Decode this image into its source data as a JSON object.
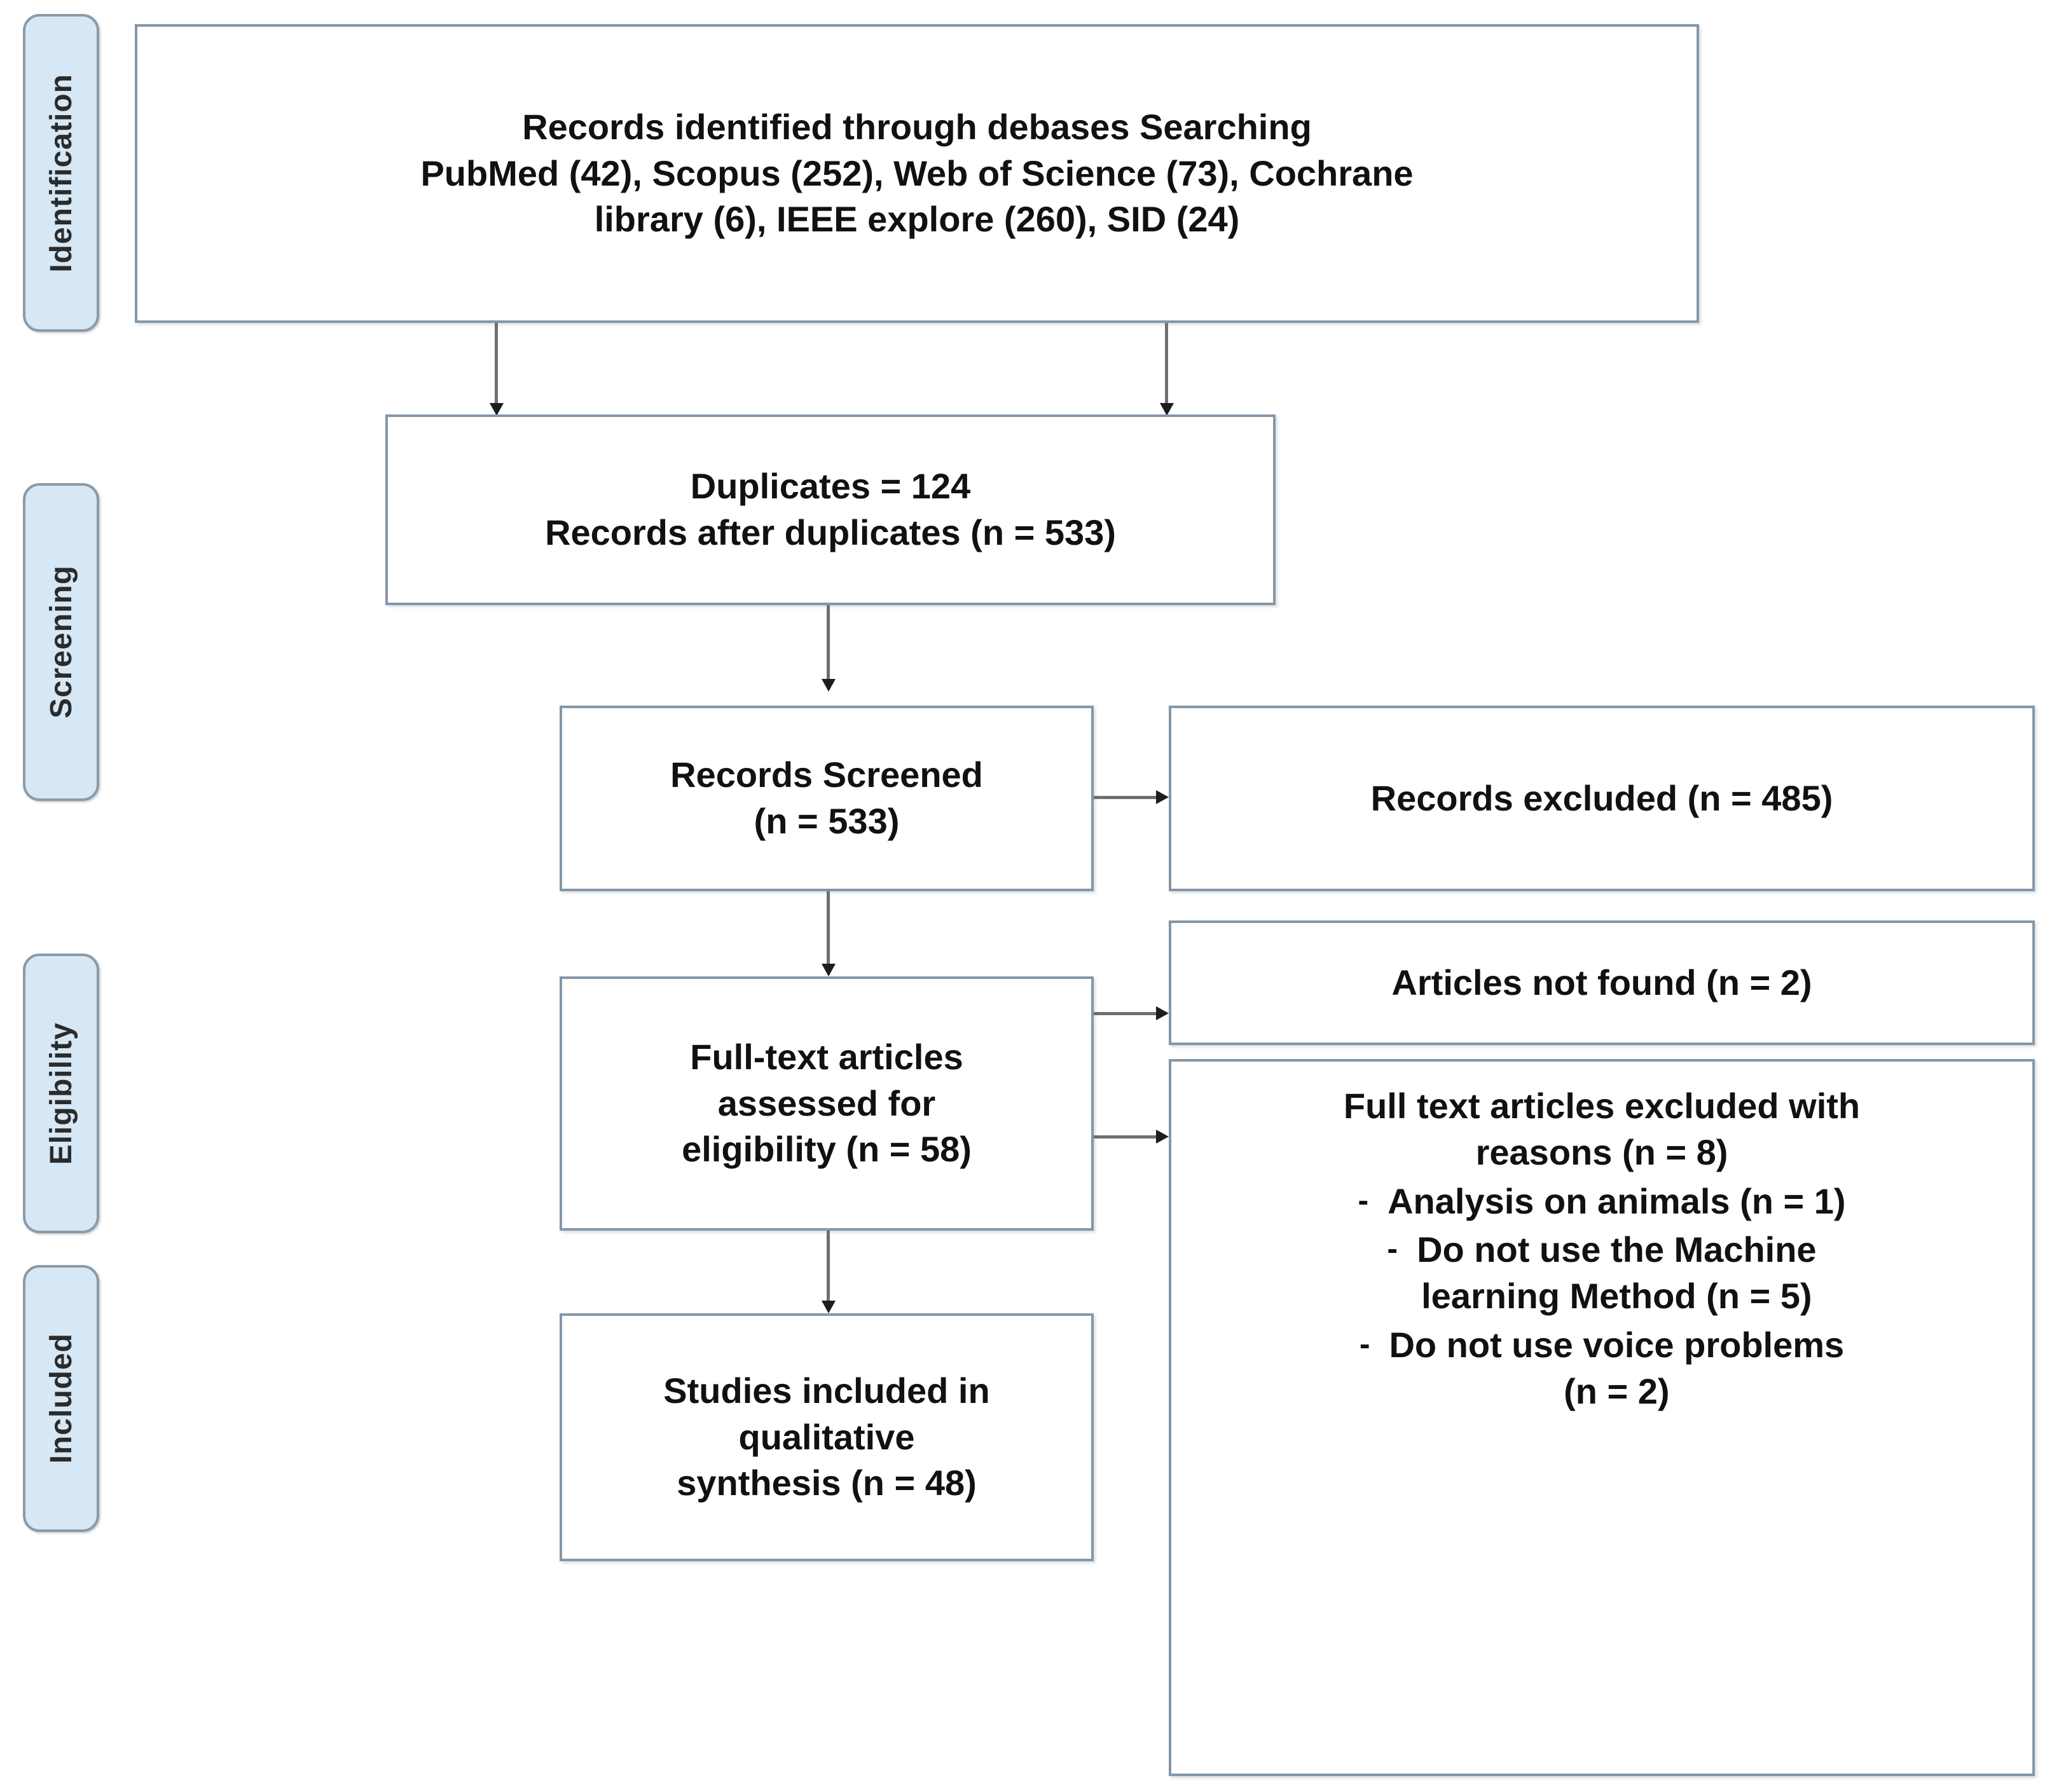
{
  "diagram": {
    "title": "PRISMA flow diagram",
    "accent_border": "#8497a9",
    "stage_fill": "#d6e7f5",
    "stage_border": "#8c9aa6",
    "connector_color": "#6f6f6f"
  },
  "stages": [
    {
      "id": "identification",
      "label": "Identification"
    },
    {
      "id": "screening",
      "label": "Screening"
    },
    {
      "id": "eligibility",
      "label": "Eligibility"
    },
    {
      "id": "included",
      "label": "Included"
    }
  ],
  "boxes": {
    "records_identified": {
      "text": "Records identified through debases Searching\nPubMed (42), Scopus (252), Web of Science (73), Cochrane\nlibrary (6), IEEE explore (260), SID (24)"
    },
    "duplicates": {
      "text": "Duplicates = 124\nRecords after duplicates (n = 533)"
    },
    "records_screened": {
      "text": "Records Screened\n(n = 533)"
    },
    "records_excluded": {
      "text": "Records excluded (n = 485)"
    },
    "fulltext_assessed": {
      "text": "Full-text articles\nassessed for\neligibility (n = 58)"
    },
    "articles_not_found": {
      "text": "Articles not found (n = 2)"
    },
    "fulltext_excluded": {
      "heading": "Full text articles excluded with\nreasons (n = 8)",
      "reasons": [
        {
          "dash": "-",
          "text": "Analysis on animals (n = 1)"
        },
        {
          "dash": "-",
          "text": "Do not use the Machine\nlearning Method (n = 5)"
        },
        {
          "dash": "-",
          "text": "Do not use voice problems\n(n = 2)"
        }
      ]
    },
    "studies_included": {
      "text": "Studies included in\nqualitative\nsynthesis (n = 48)"
    }
  },
  "counts": {
    "pubmed": 42,
    "scopus": 252,
    "web_of_science": 73,
    "cochrane_library": 6,
    "ieee_explore": 260,
    "sid": 24,
    "duplicates": 124,
    "records_after_duplicates": 533,
    "records_screened": 533,
    "records_excluded": 485,
    "fulltext_assessed": 58,
    "articles_not_found": 2,
    "fulltext_excluded": 8,
    "excluded_animals": 1,
    "excluded_no_ml": 5,
    "excluded_no_voice": 2,
    "studies_included": 48
  }
}
